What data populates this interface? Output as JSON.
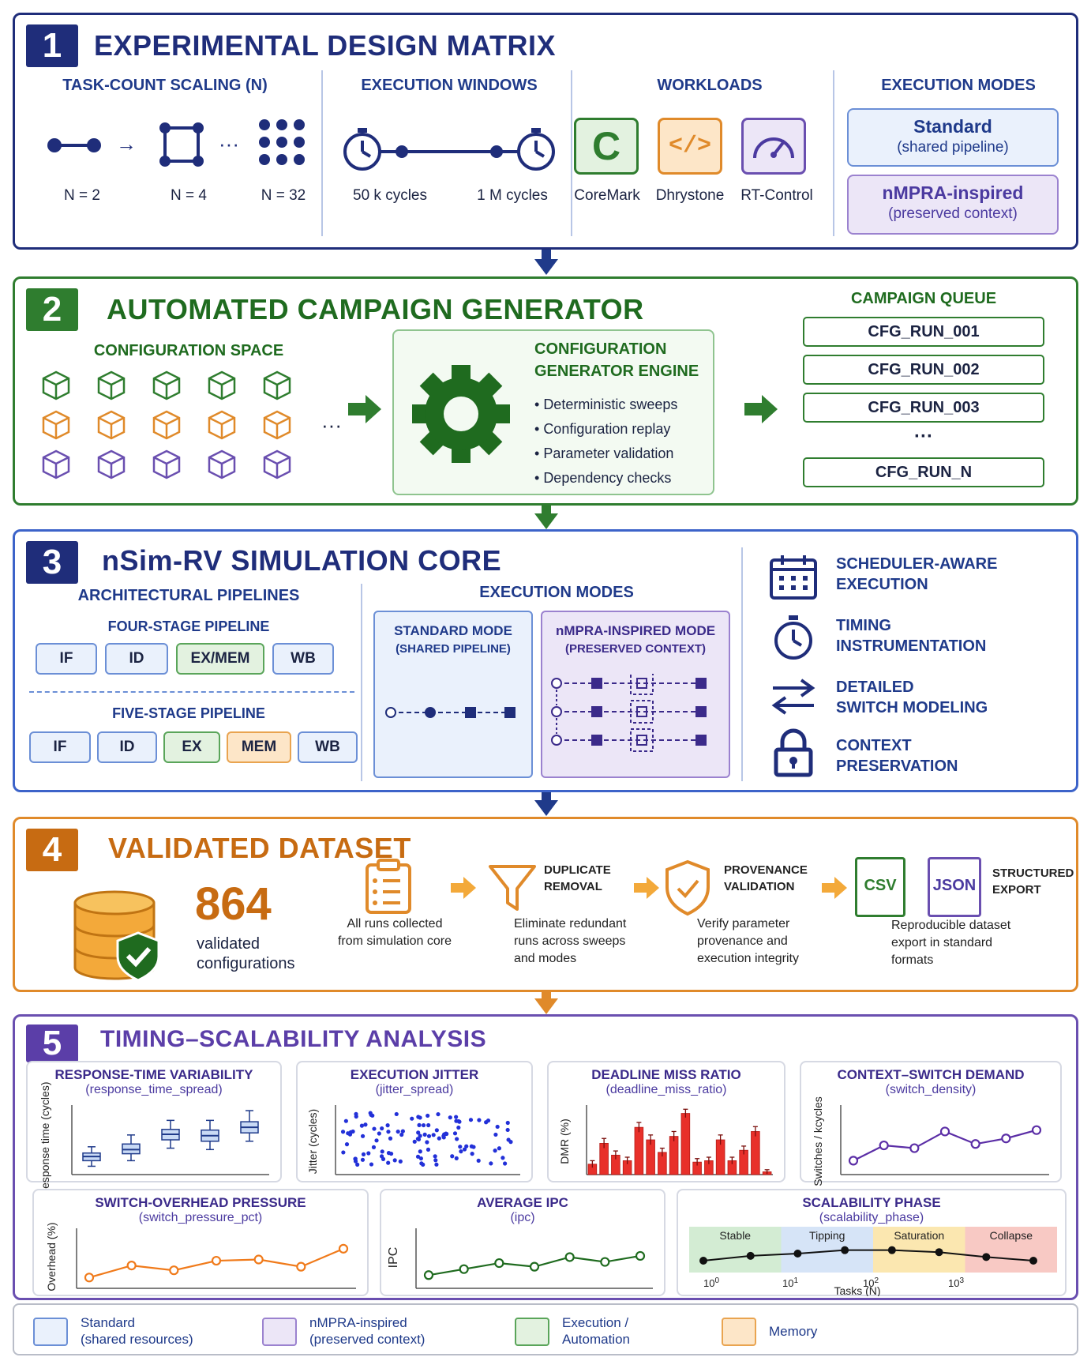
{
  "panel1": {
    "number": "1",
    "title": "EXPERIMENTAL DESIGN MATRIX",
    "task_scaling": {
      "header": "TASK-COUNT SCALING (N)",
      "labels": [
        "N = 2",
        "N = 4",
        "N = 32"
      ],
      "ellipsis": "···",
      "arrow": "→"
    },
    "windows": {
      "header": "EXECUTION WINDOWS",
      "labels": [
        "50 k cycles",
        "1 M cycles"
      ]
    },
    "workloads": {
      "header": "WORKLOADS",
      "items": [
        "CoreMark",
        "Dhrystone",
        "RT-Control"
      ],
      "coremark_glyph": "C",
      "dhrystone_glyph": "</>"
    },
    "modes": {
      "header": "EXECUTION MODES",
      "standard": {
        "title": "Standard",
        "sub": "(shared pipeline)"
      },
      "nmpra": {
        "title": "nMPRA-inspired",
        "sub": "(preserved context)"
      }
    }
  },
  "panel2": {
    "number": "2",
    "title": "AUTOMATED CAMPAIGN GENERATOR",
    "config_space": "CONFIGURATION SPACE",
    "ellipsis": "···",
    "engine": {
      "title_line1": "CONFIGURATION",
      "title_line2": "GENERATOR ENGINE",
      "bullets": [
        "Deterministic sweeps",
        "Configuration replay",
        "Parameter validation",
        "Dependency checks"
      ]
    },
    "queue": {
      "header": "CAMPAIGN QUEUE",
      "items": [
        "CFG_RUN_001",
        "CFG_RUN_002",
        "CFG_RUN_003",
        "CFG_RUN_N"
      ],
      "ellipsis": "···"
    }
  },
  "panel3": {
    "number": "3",
    "title": "nSim-RV SIMULATION CORE",
    "pipelines": {
      "header": "ARCHITECTURAL PIPELINES",
      "four": {
        "title": "FOUR-STAGE PIPELINE",
        "stages": [
          "IF",
          "ID",
          "EX/MEM",
          "WB"
        ]
      },
      "five": {
        "title": "FIVE-STAGE PIPELINE",
        "stages": [
          "IF",
          "ID",
          "EX",
          "MEM",
          "WB"
        ]
      }
    },
    "modes": {
      "header": "EXECUTION MODES",
      "standard": {
        "l1": "STANDARD MODE",
        "l2": "(SHARED PIPELINE)"
      },
      "nmpra": {
        "l1": "nMPRA-INSPIRED MODE",
        "l2": "(PRESERVED CONTEXT)"
      }
    },
    "features": [
      {
        "l1": "SCHEDULER-AWARE",
        "l2": "EXECUTION",
        "icon": "calendar-icon"
      },
      {
        "l1": "TIMING",
        "l2": "INSTRUMENTATION",
        "icon": "stopwatch-icon"
      },
      {
        "l1": "DETAILED",
        "l2": "SWITCH MODELING",
        "icon": "swap-arrows-icon"
      },
      {
        "l1": "CONTEXT",
        "l2": "PRESERVATION",
        "icon": "lock-icon"
      }
    ]
  },
  "panel4": {
    "number": "4",
    "title": "VALIDATED DATASET",
    "count": "864",
    "count_l1": "validated",
    "count_l2": "configurations",
    "steps": [
      {
        "hdr1": "",
        "hdr2": "",
        "d1": "All runs collected",
        "d2": "from simulation core",
        "d3": ""
      },
      {
        "hdr1": "DUPLICATE",
        "hdr2": "REMOVAL",
        "d1": "Eliminate redundant",
        "d2": "runs across sweeps",
        "d3": "and modes"
      },
      {
        "hdr1": "PROVENANCE",
        "hdr2": "VALIDATION",
        "d1": "Verify parameter",
        "d2": "provenance and",
        "d3": "execution integrity"
      },
      {
        "hdr1": "STRUCTURED",
        "hdr2": "EXPORT",
        "d1": "Reproducible dataset",
        "d2": "export in standard",
        "d3": "formats"
      }
    ],
    "csv": "CSV",
    "json": "JSON"
  },
  "panel5": {
    "number": "5",
    "title": "TIMING–SCALABILITY ANALYSIS"
  },
  "chart_data": [
    {
      "type": "box",
      "title": "RESPONSE-TIME VARIABILITY",
      "subtitle": "(response_time_spread)",
      "ylabel": "Response time (cycles)",
      "boxes": [
        {
          "min": 0.12,
          "q1": 0.2,
          "median": 0.26,
          "q3": 0.31,
          "max": 0.4
        },
        {
          "min": 0.2,
          "q1": 0.3,
          "median": 0.36,
          "q3": 0.44,
          "max": 0.57
        },
        {
          "min": 0.38,
          "q1": 0.5,
          "median": 0.58,
          "q3": 0.65,
          "max": 0.78
        },
        {
          "min": 0.36,
          "q1": 0.48,
          "median": 0.56,
          "q3": 0.64,
          "max": 0.78
        },
        {
          "min": 0.48,
          "q1": 0.6,
          "median": 0.68,
          "q3": 0.76,
          "max": 0.92
        }
      ]
    },
    {
      "type": "scatter",
      "title": "EXECUTION JITTER",
      "subtitle": "(jitter_spread)",
      "ylabel": "Jitter (cycles)"
    },
    {
      "type": "bar",
      "title": "DEADLINE MISS RATIO",
      "subtitle": "(deadline_miss_ratio)",
      "ylabel": "DMR (%)",
      "values": [
        0.15,
        0.45,
        0.28,
        0.2,
        0.68,
        0.5,
        0.32,
        0.55,
        0.88,
        0.18,
        0.2,
        0.5,
        0.2,
        0.35,
        0.62,
        0.04
      ],
      "errors": [
        0.05,
        0.07,
        0.06,
        0.05,
        0.07,
        0.07,
        0.06,
        0.07,
        0.06,
        0.05,
        0.05,
        0.07,
        0.05,
        0.06,
        0.07,
        0.03
      ]
    },
    {
      "type": "line",
      "title": "CONTEXT–SWITCH DEMAND",
      "subtitle": "(switch_density)",
      "ylabel": "Switches / kcycles",
      "values": [
        0.2,
        0.42,
        0.38,
        0.62,
        0.44,
        0.52,
        0.64
      ]
    },
    {
      "type": "line",
      "title": "SWITCH-OVERHEAD PRESSURE",
      "subtitle": "(switch_pressure_pct)",
      "ylabel": "Overhead (%)",
      "values": [
        0.18,
        0.38,
        0.3,
        0.46,
        0.48,
        0.36,
        0.66
      ]
    },
    {
      "type": "line",
      "title": "AVERAGE IPC",
      "subtitle": "(ipc)",
      "ylabel": "IPC",
      "values": [
        0.22,
        0.32,
        0.42,
        0.36,
        0.52,
        0.44,
        0.54
      ]
    },
    {
      "type": "line",
      "title": "SCALABILITY PHASE",
      "subtitle": "(scalability_phase)",
      "xlabel": "Tasks (N)",
      "phases": [
        "Stable",
        "Tipping",
        "Saturation",
        "Collapse"
      ],
      "phase_colors": [
        "#d3ecd3",
        "#d6e4f7",
        "#fbe7b0",
        "#f8c9c4"
      ],
      "xticks": [
        "10",
        "10",
        "10",
        "10"
      ],
      "xtick_exp": [
        "0",
        "1",
        "2",
        "3"
      ],
      "values": [
        0.25,
        0.42,
        0.5,
        0.62,
        0.62,
        0.55,
        0.38,
        0.25
      ]
    }
  ],
  "legend": [
    {
      "l1": "Standard",
      "l2": "(shared resources)",
      "fill": "#eaf1fc",
      "border": "#6b8fd6"
    },
    {
      "l1": "nMPRA-inspired",
      "l2": "(preserved context)",
      "fill": "#ece6f7",
      "border": "#9b82cf"
    },
    {
      "l1": "Execution /",
      "l2": "Automation",
      "fill": "#e3f2e0",
      "border": "#5aa55a"
    },
    {
      "l1": "Memory",
      "l2": "",
      "fill": "#fde6c8",
      "border": "#e9a450"
    }
  ]
}
